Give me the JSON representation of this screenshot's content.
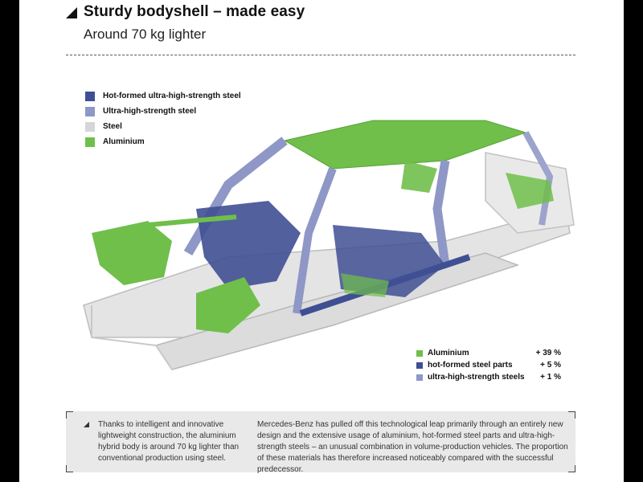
{
  "header": {
    "title": "Sturdy bodyshell – made easy",
    "subtitle": "Around 70 kg lighter"
  },
  "legend": [
    {
      "label": "Hot-formed ultra-high-strength steel",
      "color": "#3f4f93"
    },
    {
      "label": "Ultra-high-strength steel",
      "color": "#8e97c6"
    },
    {
      "label": "Steel",
      "color": "#d6d6d6"
    },
    {
      "label": "Aluminium",
      "color": "#6fbf4a"
    }
  ],
  "stats": [
    {
      "label": "Aluminium",
      "value": "+ 39 %",
      "color": "#6fbf4a"
    },
    {
      "label": "hot-formed steel parts",
      "value": "+ 5 %",
      "color": "#3f4f93"
    },
    {
      "label": "ultra-high-strength steels",
      "value": "+ 1 %",
      "color": "#8e97c6"
    }
  ],
  "info": {
    "left": "Thanks to intelligent and innovative lightweight construction, the aluminium hybrid body is around 70 kg lighter than conventional production using steel.",
    "right": "Mercedes-Benz has pulled off this technological leap primarily through an entirely new design and the extensive usage of aluminium, hot-formed steel parts and ultra-high-strength steels – an unusual combination in volume-production vehicles. The proportion of these materials has therefore increased noticeably compared with the successful predecessor."
  }
}
